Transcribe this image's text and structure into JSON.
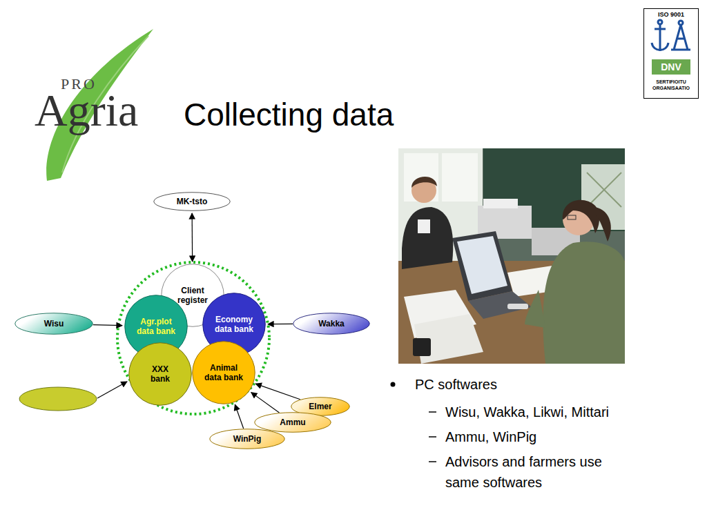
{
  "diagram": {
    "title": "Collecting data",
    "nodes": [
      {
        "text": [
          "MK-tsto"
        ]
      },
      {
        "text": [
          "Client register"
        ]
      },
      {
        "text": [
          "Wisu"
        ]
      },
      {
        "text": [
          "Agr.plot data bank"
        ]
      },
      {
        "text": [
          "Economy data bank"
        ]
      },
      {
        "text": [
          "Wakka"
        ]
      },
      {
        "text": [
          "XXX bank"
        ]
      },
      {
        "text": [
          "Animal data bank"
        ]
      },
      {
        "text": [
          "Elmer"
        ]
      },
      {
        "text": [
          "Ammu"
        ]
      },
      {
        "text": [
          "WinPig"
        ]
      }
    ],
    "edges": [
      {
        "from": 0,
        "to": 1,
        "arrow": "both"
      },
      {
        "from": 2,
        "to": 3,
        "arrow": "to"
      },
      {
        "from": 5,
        "to": 4,
        "arrow": "to"
      },
      {
        "from": 8,
        "to": 7,
        "arrow": "to"
      },
      {
        "from": 9,
        "to": 7,
        "arrow": "to"
      },
      {
        "from": 10,
        "to": 7,
        "arrow": "to"
      }
    ],
    "labels": [
      "PRO",
      "Agria",
      "ISO 9001",
      "DNV",
      "SERTIFIOITU ORGANISAATIO",
      "PC softwares",
      "Wisu, Wakka, Likwi, Mittari",
      "Ammu, WinPig",
      "Advisors and farmers use same softwares"
    ]
  }
}
